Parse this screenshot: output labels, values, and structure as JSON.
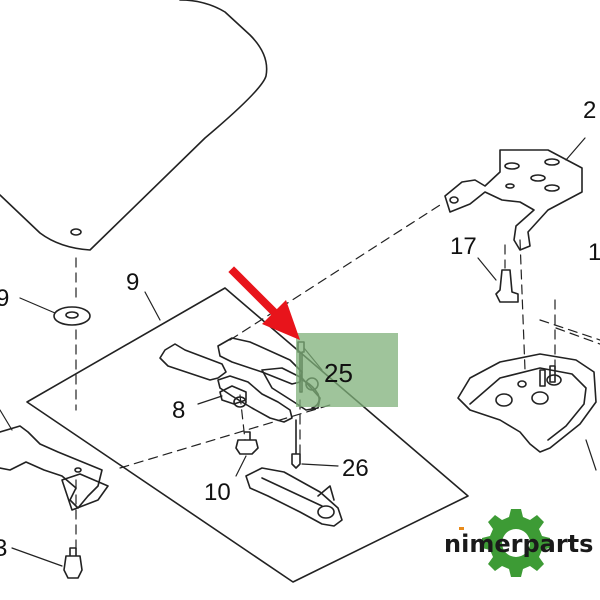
{
  "diagram": {
    "labels": {
      "part_2": "2",
      "part_17": "17",
      "part_9": "9",
      "part_9_left": "9",
      "part_8": "8",
      "part_25": "25",
      "part_26": "26",
      "part_10": "10",
      "part_3": "3",
      "part_1": "1"
    },
    "highlight_color": "#7fb07a",
    "arrow_color": "#e8141b",
    "line_color": "#222222"
  },
  "watermark": {
    "brand_n": "n",
    "brand_rest": "imerparts",
    "gear_color": "#3d9b35",
    "accent_color": "#e88a1a"
  }
}
